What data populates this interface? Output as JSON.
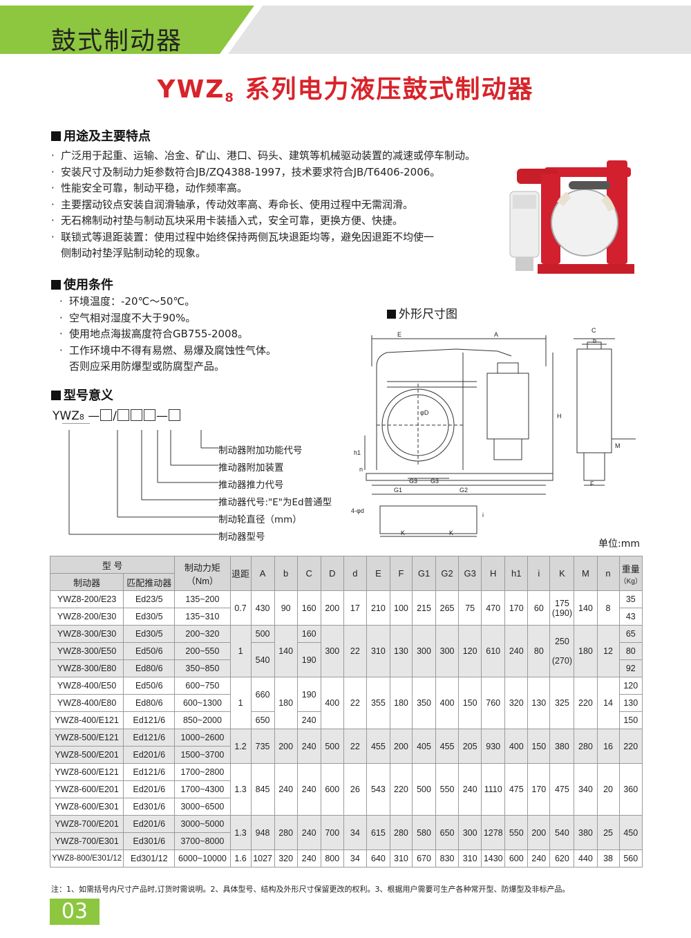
{
  "header": {
    "title": "鼓式制动器"
  },
  "main_title": {
    "prefix": "YWZ",
    "subscript": "8",
    "suffix": "系列电力液压鼓式制动器"
  },
  "sections": {
    "uses": {
      "heading": "用途及主要特点",
      "items": [
        "广泛用于起重、运输、冶金、矿山、港口、码头、建筑等机械驱动装置的减速或停车制动。",
        "安装尺寸及制动力矩参数符合JB/ZQ4388-1997，技术要求符合JB/T6406-2006。",
        "性能安全可靠，制动平稳，动作频率高。",
        "主要摆动铰点安装自润滑轴承，传动效率高、寿命长、使用过程中无需润滑。",
        "无石棉制动衬垫与制动瓦块采用卡装插入式，安全可靠，更换方便、快捷。",
        "联锁式等退距装置：使用过程中始终保持两侧瓦块退距均等，避免因退距不均使一",
        "侧制动衬垫浮贴制动轮的现象。"
      ]
    },
    "conditions": {
      "heading": "使用条件",
      "items": [
        "环境温度：-20℃～50℃。",
        "空气相对湿度不大于90%。",
        "使用地点海拔高度符合GB755-2008。",
        "工作环境中不得有易燃、易爆及腐蚀性气体。",
        "否则应采用防爆型或防腐型产品。"
      ]
    },
    "model": {
      "heading": "型号意义",
      "code_prefix": "YWZ",
      "code_sub": "8",
      "legend": [
        "制动器附加功能代号",
        "推动器附加装置",
        "推动器推力代号",
        "推动器代号:\"E\"为Ed普通型",
        "制动轮直径（mm）",
        "制动器型号"
      ]
    },
    "dimensions": {
      "heading": "外形尺寸图"
    }
  },
  "unit": "单位:mm",
  "table": {
    "header1": {
      "model": "型  号",
      "torque": "制动力矩",
      "torque_unit": "（Nm）",
      "retreat": "退距",
      "weight": "重量",
      "weight_unit": "（Kg）"
    },
    "header2": {
      "brake": "制动器",
      "thruster": "匹配推动器"
    },
    "dim_cols": [
      "A",
      "b",
      "C",
      "D",
      "d",
      "E",
      "F",
      "G1",
      "G2",
      "G3",
      "H",
      "h1",
      "i",
      "K",
      "M",
      "n"
    ],
    "rows": [
      {
        "brake": "YWZ8-200/E23",
        "thruster": "Ed23/5",
        "torque": "135~200",
        "weight": "35"
      },
      {
        "brake": "YWZ8-200/E30",
        "thruster": "Ed30/5",
        "torque": "135~310",
        "weight": "43"
      },
      {
        "brake": "YWZ8-300/E30",
        "thruster": "Ed30/5",
        "torque": "200~320",
        "weight": "65"
      },
      {
        "brake": "YWZ8-300/E50",
        "thruster": "Ed50/6",
        "torque": "200~550",
        "weight": "80"
      },
      {
        "brake": "YWZ8-300/E80",
        "thruster": "Ed80/6",
        "torque": "350~850",
        "weight": "92"
      },
      {
        "brake": "YWZ8-400/E50",
        "thruster": "Ed50/6",
        "torque": "600~750",
        "weight": "120"
      },
      {
        "brake": "YWZ8-400/E80",
        "thruster": "Ed80/6",
        "torque": "600~1300",
        "weight": "130"
      },
      {
        "brake": "YWZ8-400/E121",
        "thruster": "Ed121/6",
        "torque": "850~2000",
        "weight": "150"
      },
      {
        "brake": "YWZ8-500/E121",
        "thruster": "Ed121/6",
        "torque": "1000~2600",
        "weight": "220"
      },
      {
        "brake": "YWZ8-500/E201",
        "thruster": "Ed201/6",
        "torque": "1500~3700"
      },
      {
        "brake": "YWZ8-600/E121",
        "thruster": "Ed121/6",
        "torque": "1700~2800",
        "weight": "360"
      },
      {
        "brake": "YWZ8-600/E201",
        "thruster": "Ed201/6",
        "torque": "1700~4300"
      },
      {
        "brake": "YWZ8-600/E301",
        "thruster": "Ed301/6",
        "torque": "3000~6500"
      },
      {
        "brake": "YWZ8-700/E201",
        "thruster": "Ed201/6",
        "torque": "3000~5000",
        "weight": "450"
      },
      {
        "brake": "YWZ8-700/E301",
        "thruster": "Ed301/6",
        "torque": "3700~8000"
      },
      {
        "brake": "YWZ8-800/E301/12",
        "thruster": "Ed301/12",
        "torque": "6000~10000",
        "weight": "560"
      }
    ],
    "groups": {
      "g200": {
        "retreat": "0.7",
        "A": "430",
        "b": "90",
        "C": "160",
        "D": "200",
        "d": "17",
        "E": "210",
        "F": "100",
        "G1": "215",
        "G2": "265",
        "G3": "75",
        "H": "470",
        "h1": "170",
        "i": "60",
        "K1": "175",
        "K2": "(190)",
        "M": "140",
        "n": "8"
      },
      "g300": {
        "retreat": "1",
        "A1": "500",
        "A2": "540",
        "b": "140",
        "C1": "160",
        "C2": "190",
        "D": "300",
        "d": "22",
        "E": "310",
        "F": "130",
        "G1": "300",
        "G2": "300",
        "G3": "120",
        "H": "610",
        "h1": "240",
        "i": "80",
        "K1": "250",
        "K2": "(270)",
        "M": "180",
        "n": "12"
      },
      "g400": {
        "retreat": "1",
        "A1": "660",
        "A2": "650",
        "b": "180",
        "C1": "190",
        "C2": "240",
        "D": "400",
        "d": "22",
        "E": "355",
        "F": "180",
        "G1": "350",
        "G2": "400",
        "G3": "150",
        "H": "760",
        "h1": "320",
        "i": "130",
        "K": "325",
        "M": "220",
        "n": "14"
      },
      "g500": {
        "retreat": "1.2",
        "A": "735",
        "b": "200",
        "C": "240",
        "D": "500",
        "d": "22",
        "E": "455",
        "F": "200",
        "G1": "405",
        "G2": "455",
        "G3": "205",
        "H": "930",
        "h1": "400",
        "i": "150",
        "K": "380",
        "M": "280",
        "n": "16"
      },
      "g600": {
        "retreat": "1.3",
        "A": "845",
        "b": "240",
        "C": "240",
        "D": "600",
        "d": "26",
        "E": "543",
        "F": "220",
        "G1": "500",
        "G2": "550",
        "G3": "240",
        "H": "1110",
        "h1": "475",
        "i": "170",
        "K": "475",
        "M": "340",
        "n": "20"
      },
      "g700": {
        "retreat": "1.3",
        "A": "948",
        "b": "280",
        "C": "240",
        "D": "700",
        "d": "34",
        "E": "615",
        "F": "280",
        "G1": "580",
        "G2": "650",
        "G3": "300",
        "H": "1278",
        "h1": "550",
        "i": "200",
        "K": "540",
        "M": "380",
        "n": "25"
      },
      "g800": {
        "retreat": "1.6",
        "A": "1027",
        "b": "320",
        "C": "240",
        "D": "800",
        "d": "34",
        "E": "640",
        "F": "310",
        "G1": "670",
        "G2": "830",
        "G3": "310",
        "H": "1430",
        "h1": "600",
        "i": "240",
        "K": "620",
        "M": "440",
        "n": "38"
      }
    }
  },
  "drawing_labels": {
    "E": "E",
    "A": "A",
    "C": "C",
    "b": "b",
    "H": "H",
    "h1": "h1",
    "n": "n",
    "G1": "G1",
    "G2": "G2",
    "G3": "G3",
    "M": "M",
    "F": "F",
    "K": "K",
    "i": "i",
    "holes": "4-φd",
    "phiD": "φD"
  },
  "note": "注：1、如需括号内尺寸产品时,订货时需说明。2、具体型号、结构及外形尺寸保留更改的权利。3、根据用户需要可生产各种常开型、防爆型及非标产品。",
  "page_number": "03",
  "colors": {
    "accent_green": "#8dc63f",
    "title_red": "#d8232a"
  }
}
